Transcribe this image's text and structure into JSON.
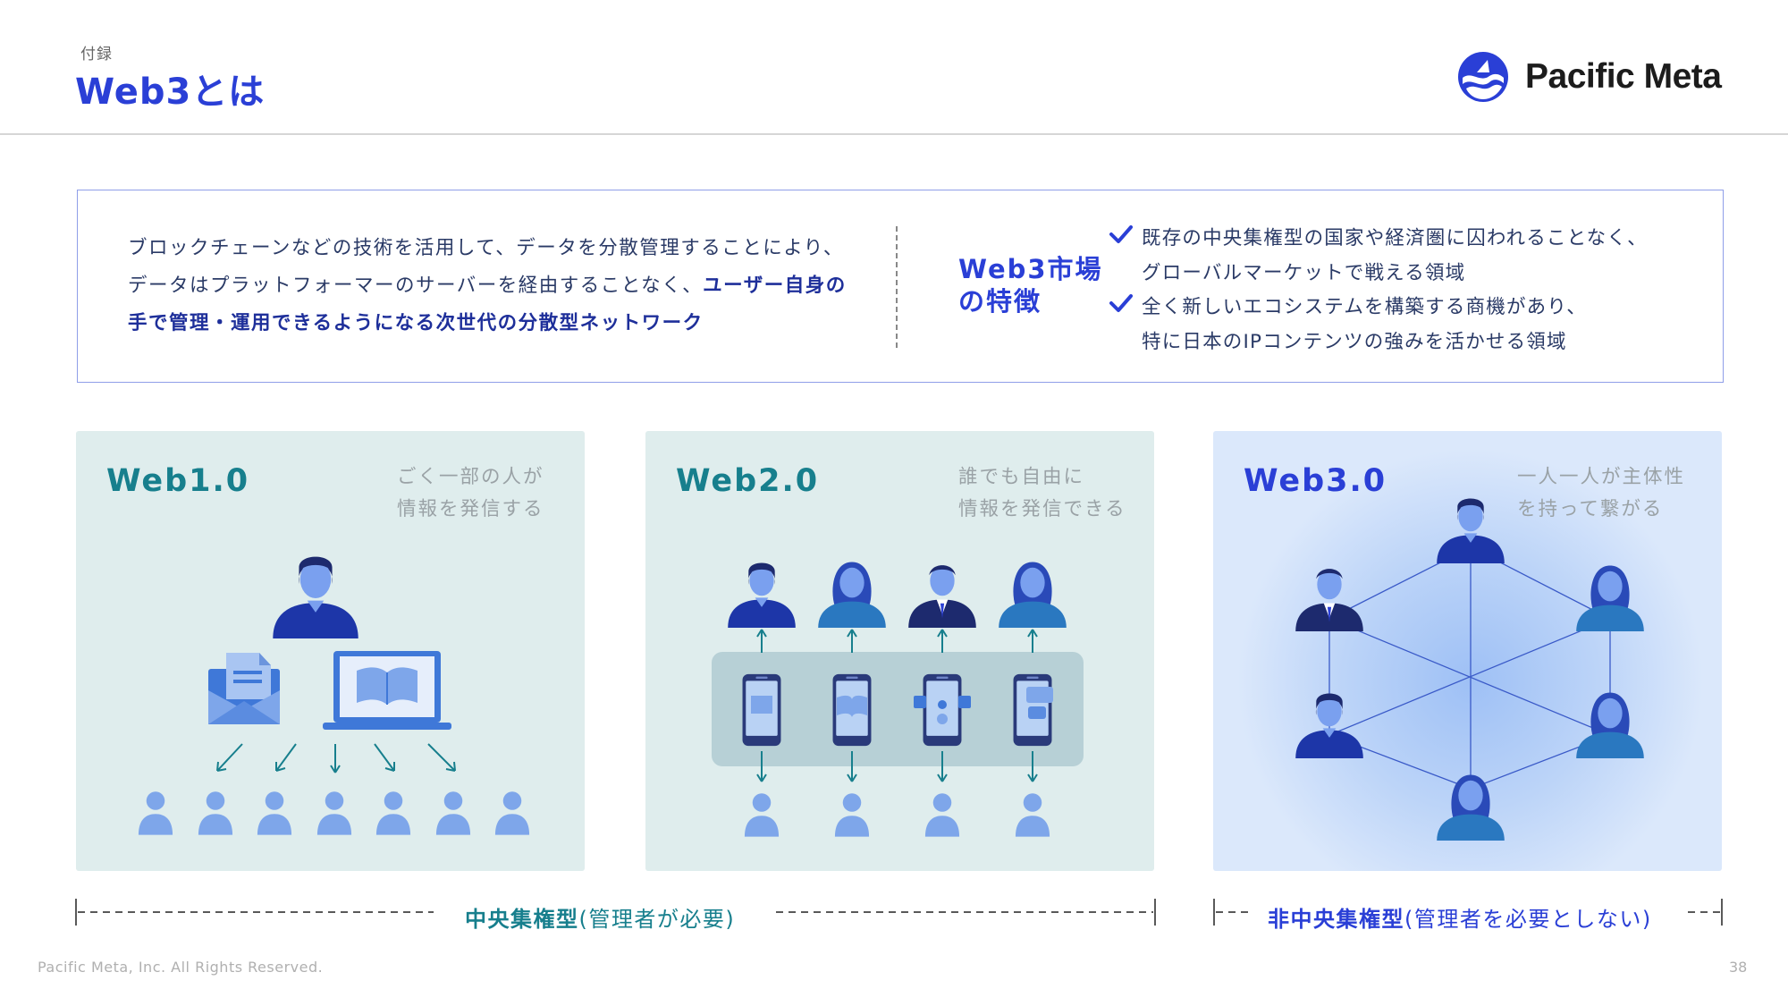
{
  "header": {
    "appendix": "付録",
    "title": "Web3とは",
    "logo_text": "Pacific Meta"
  },
  "intro": {
    "line1": "ブロックチェーンなどの技術を活用して、データを分散管理することにより、",
    "line2_normal": "データはプラットフォーマーのサーバーを経由することなく、",
    "line2_bold": "ユーザー自身の",
    "line3_bold": "手で管理・運用できるようになる次世代の分散型ネットワーク",
    "market_label_line1": "Web3市場",
    "market_label_line2": "の特徴",
    "features": [
      {
        "line1": "既存の中央集権型の国家や経済圏に囚われることなく、",
        "line2": "グローバルマーケットで戦える領域"
      },
      {
        "line1": "全く新しいエコシステムを構築する商機があり、",
        "line2": "特に日本のIPコンテンツの強みを活かせる領域"
      }
    ]
  },
  "panels": [
    {
      "title": "Web1.0",
      "desc_line1": "ごく一部の人が",
      "desc_line2": "情報を発信する"
    },
    {
      "title": "Web2.0",
      "desc_line1": "誰でも自由に",
      "desc_line2": "情報を発信できる"
    },
    {
      "title": "Web3.0",
      "desc_line1": "一人一人が主体性",
      "desc_line2": "を持って繋がる"
    }
  ],
  "brackets": {
    "central_bold": "中央集権型",
    "central_paren": "(管理者が必要)",
    "decentral_bold": "非中央集権型",
    "decentral_paren": "(管理者を必要としない)"
  },
  "footer": {
    "copyright": "Pacific Meta, Inc. All Rights Reserved.",
    "page_number": "38"
  },
  "colors": {
    "accent_blue": "#2a3fd6",
    "teal": "#177f8d",
    "navy": "#1e2f9a"
  }
}
